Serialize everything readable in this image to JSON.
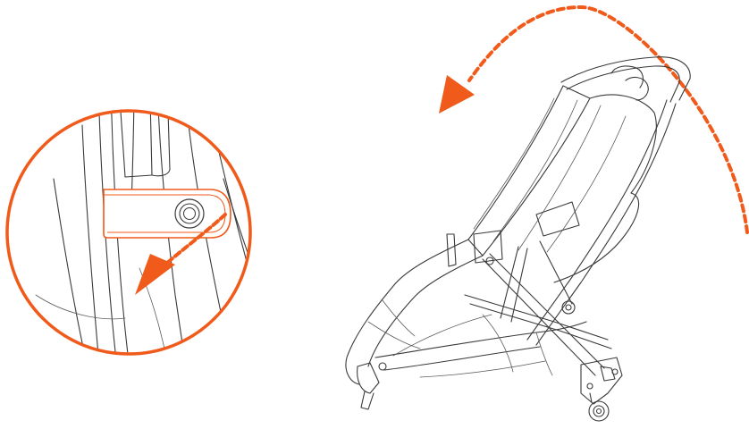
{
  "colors": {
    "accent": "#f05a1a",
    "line": "#3a3a3a",
    "background": "#ffffff"
  },
  "icons": {
    "zoom_callout": "magnified-lock-button",
    "fold_arrow": "curved-dashed-rotation-arrow",
    "press_arrow": "dashed-diagonal-arrow"
  }
}
